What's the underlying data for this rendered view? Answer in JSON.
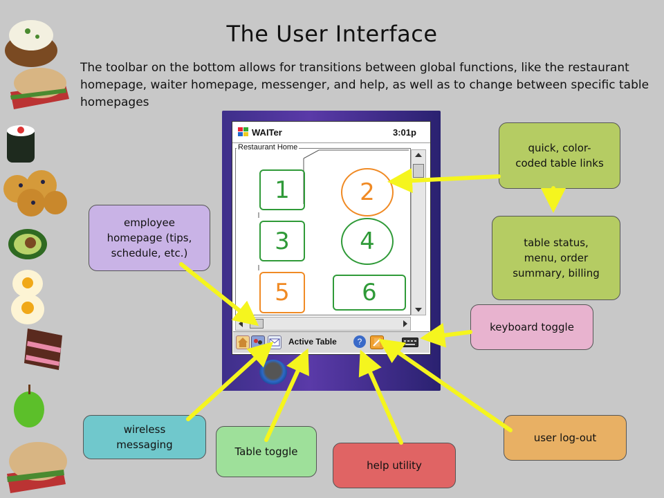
{
  "title": "The User Interface",
  "description": "The toolbar on the bottom allows for transitions between global functions, like the restaurant homepage, waiter homepage, messenger, and help, as well as to change between specific table homepages",
  "device": {
    "app_name": "WAITer",
    "clock": "3:01p",
    "frame_label": "Restaurant Home",
    "tables": [
      {
        "label": "1",
        "status_color": "#2f9a38"
      },
      {
        "label": "2",
        "status_color": "#f08a24"
      },
      {
        "label": "3",
        "status_color": "#2f9a38"
      },
      {
        "label": "4",
        "status_color": "#2f9a38"
      },
      {
        "label": "5",
        "status_color": "#f08a24"
      },
      {
        "label": "6",
        "status_color": "#2f9a38"
      }
    ],
    "toolbar": {
      "active_table_label": "Active Table",
      "icons": [
        "home-icon",
        "employee-icon",
        "messaging-icon",
        "help-icon",
        "logout-icon",
        "keyboard-icon"
      ]
    }
  },
  "callouts": {
    "quick_links": "quick, color-coded table links",
    "table_status": "table status, menu, order summary, billing",
    "employee_homepage": "employee homepage (tips, schedule, etc.)",
    "keyboard_toggle": "keyboard toggle",
    "wireless_messaging": "wireless messaging",
    "table_toggle": "Table toggle",
    "help_utility": "help utility",
    "user_logout": "user log-out"
  },
  "colors": {
    "background": "#c8c8c8",
    "green_callout": "#b5cc63",
    "purple_callout": "#c9b3e6",
    "pink_callout": "#e8b3cf",
    "teal_callout": "#70c8cc",
    "light_green_callout": "#9ee09a",
    "red_callout": "#e06464",
    "orange_callout": "#e8b064",
    "arrow": "#f5f51e"
  }
}
